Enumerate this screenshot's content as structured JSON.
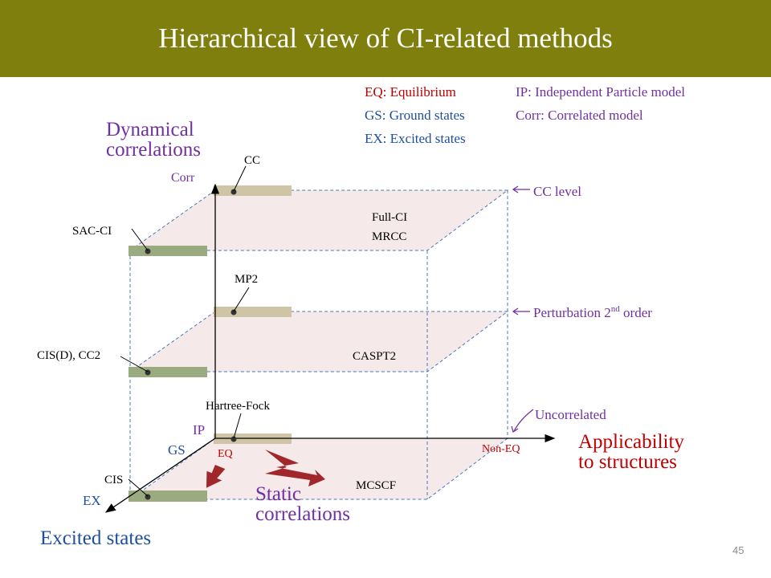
{
  "title": "Hierarchical view of CI-related methods",
  "legend": {
    "eq": "EQ: Equilibrium",
    "gs": "GS: Ground states",
    "ex": "EX: Excited states",
    "ip": "IP: Independent Particle model",
    "corr": "Corr: Correlated model"
  },
  "axes": {
    "dynamical_1": "Dynamical",
    "dynamical_2": "correlations",
    "corr": "Corr",
    "ip": "IP",
    "gs": "GS",
    "ex": "EX",
    "eq": "EQ",
    "non_eq": "Non-EQ",
    "excited_states": "Excited states",
    "applicability_1": "Applicability",
    "applicability_2": "to structures",
    "static_1": "Static",
    "static_2": "correlations"
  },
  "levels": {
    "cc_level": "CC level",
    "perturbation_prefix": "Perturbation 2",
    "perturbation_sup": "nd",
    "perturbation_suffix": " order",
    "uncorrelated": "Uncorrelated"
  },
  "methods": {
    "cc": "CC",
    "sac_ci": "SAC-CI",
    "full_ci": "Full-CI",
    "mrcc": "MRCC",
    "mp2": "MP2",
    "cis_d_cc2": "CIS(D), CC2",
    "caspt2": "CASPT2",
    "hartree_fock": "Hartree-Fock",
    "cis": "CIS",
    "mcscf": "MCSCF"
  },
  "slide_number": "45",
  "colors": {
    "title_bar": "#7f7f0e",
    "plane_fill": "#f5e9e9",
    "bar_tan": "#cfc5a6",
    "bar_green": "#9aab7f",
    "arrow_red": "#a0282c",
    "purple": "#7030a0",
    "blue": "#1f4e9e",
    "red": "#c00000",
    "dashed": "#4a78b8"
  }
}
